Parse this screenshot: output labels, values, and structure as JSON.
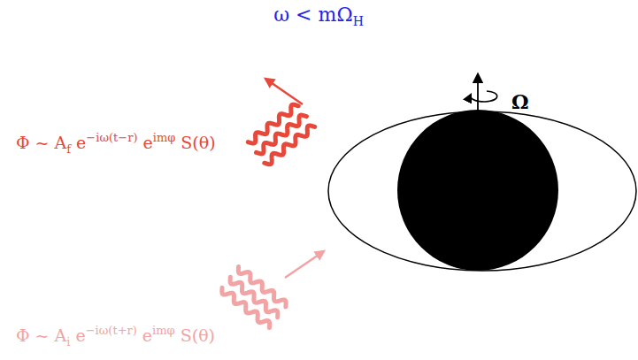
{
  "diagram": {
    "title": "ω < mΩ",
    "labels": [
      "H",
      "Ω",
      "Φ ~ A",
      "f",
      "e",
      "−iω(t−r)",
      "e",
      "imφ",
      "S(θ)",
      "Φ ~ A",
      "i",
      "e",
      "−iω(t+r)",
      "e",
      "imφ",
      "S(θ)"
    ]
  }
}
